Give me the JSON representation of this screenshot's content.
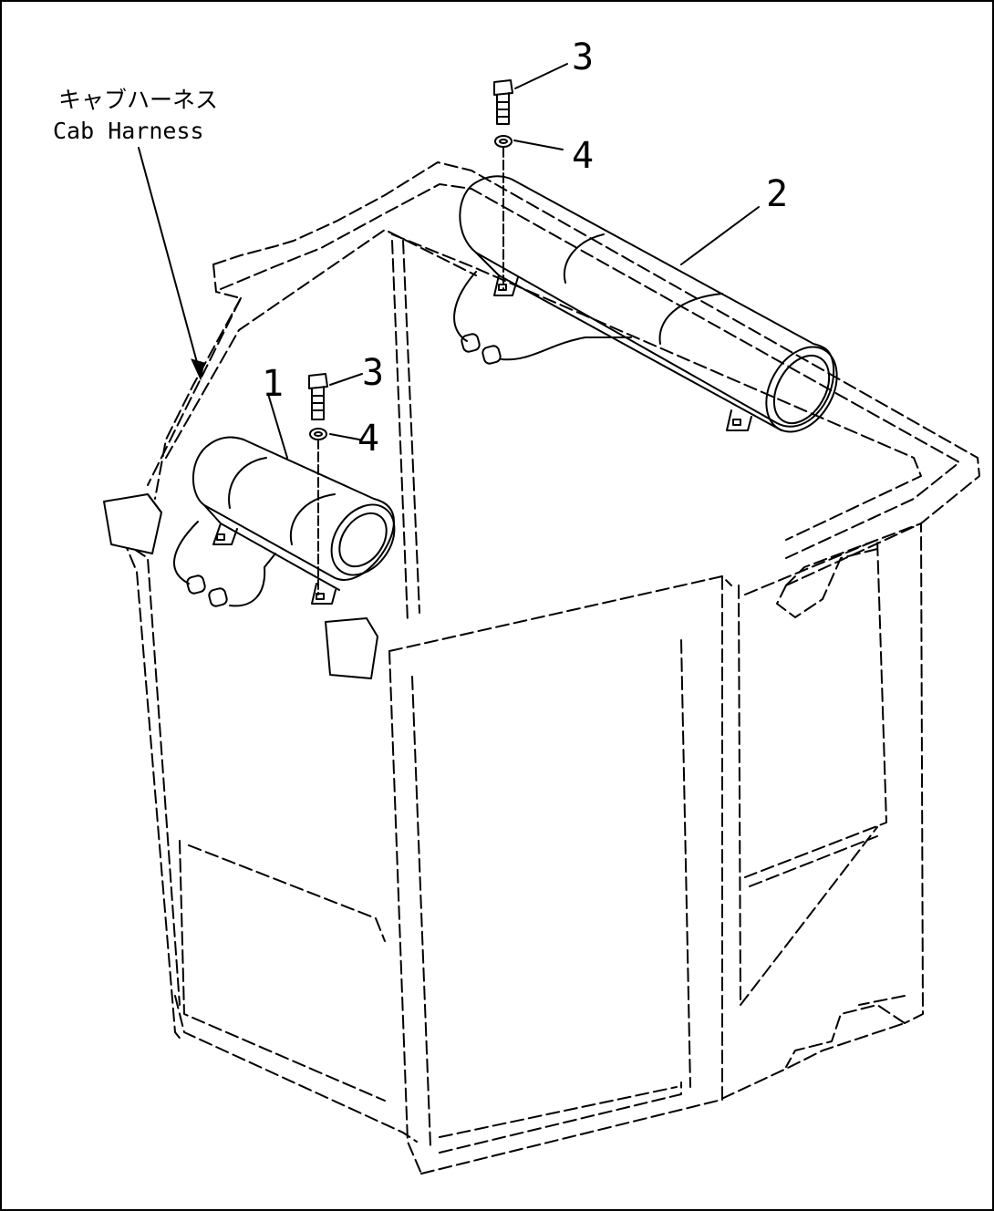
{
  "harness_label": {
    "jp": "キャブハーネス",
    "en": "Cab Harness"
  },
  "callouts": {
    "part_1": "1",
    "part_2": "2",
    "bolt_top": "3",
    "washer_top": "4",
    "bolt_left": "3",
    "washer_left": "4"
  },
  "colors": {
    "line": "#000000",
    "background": "#ffffff"
  }
}
